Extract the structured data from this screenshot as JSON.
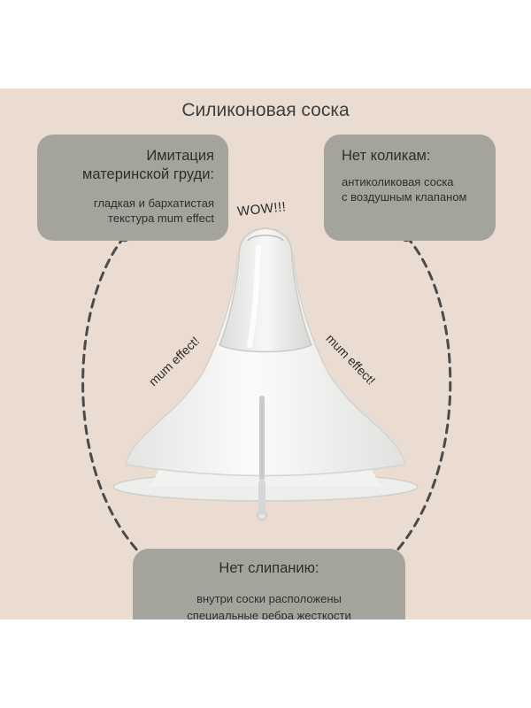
{
  "title": "Силиконовая соска",
  "card_left": {
    "title_line1": "Имитация",
    "title_line2": "материнской груди:",
    "desc_line1": "гладкая и бархатистая",
    "desc_line2": "текстура mum effect"
  },
  "card_right": {
    "title": "Нет коликам:",
    "desc_line1": "антиколиковая соска",
    "desc_line2": "с воздушным клапаном"
  },
  "card_bottom": {
    "title": "Нет слипанию:",
    "desc_line1": "внутри соски расположены",
    "desc_line2": "специальные ребра жесткости"
  },
  "labels": {
    "wow": "WOW!!!",
    "mum_left": "mum effect!",
    "mum_right": "mum effect!"
  },
  "colors": {
    "panel_bg": "#eadcd0",
    "card_bg": "#a5a49c",
    "text": "#2e2e2e",
    "dash": "#4b4b4b"
  }
}
